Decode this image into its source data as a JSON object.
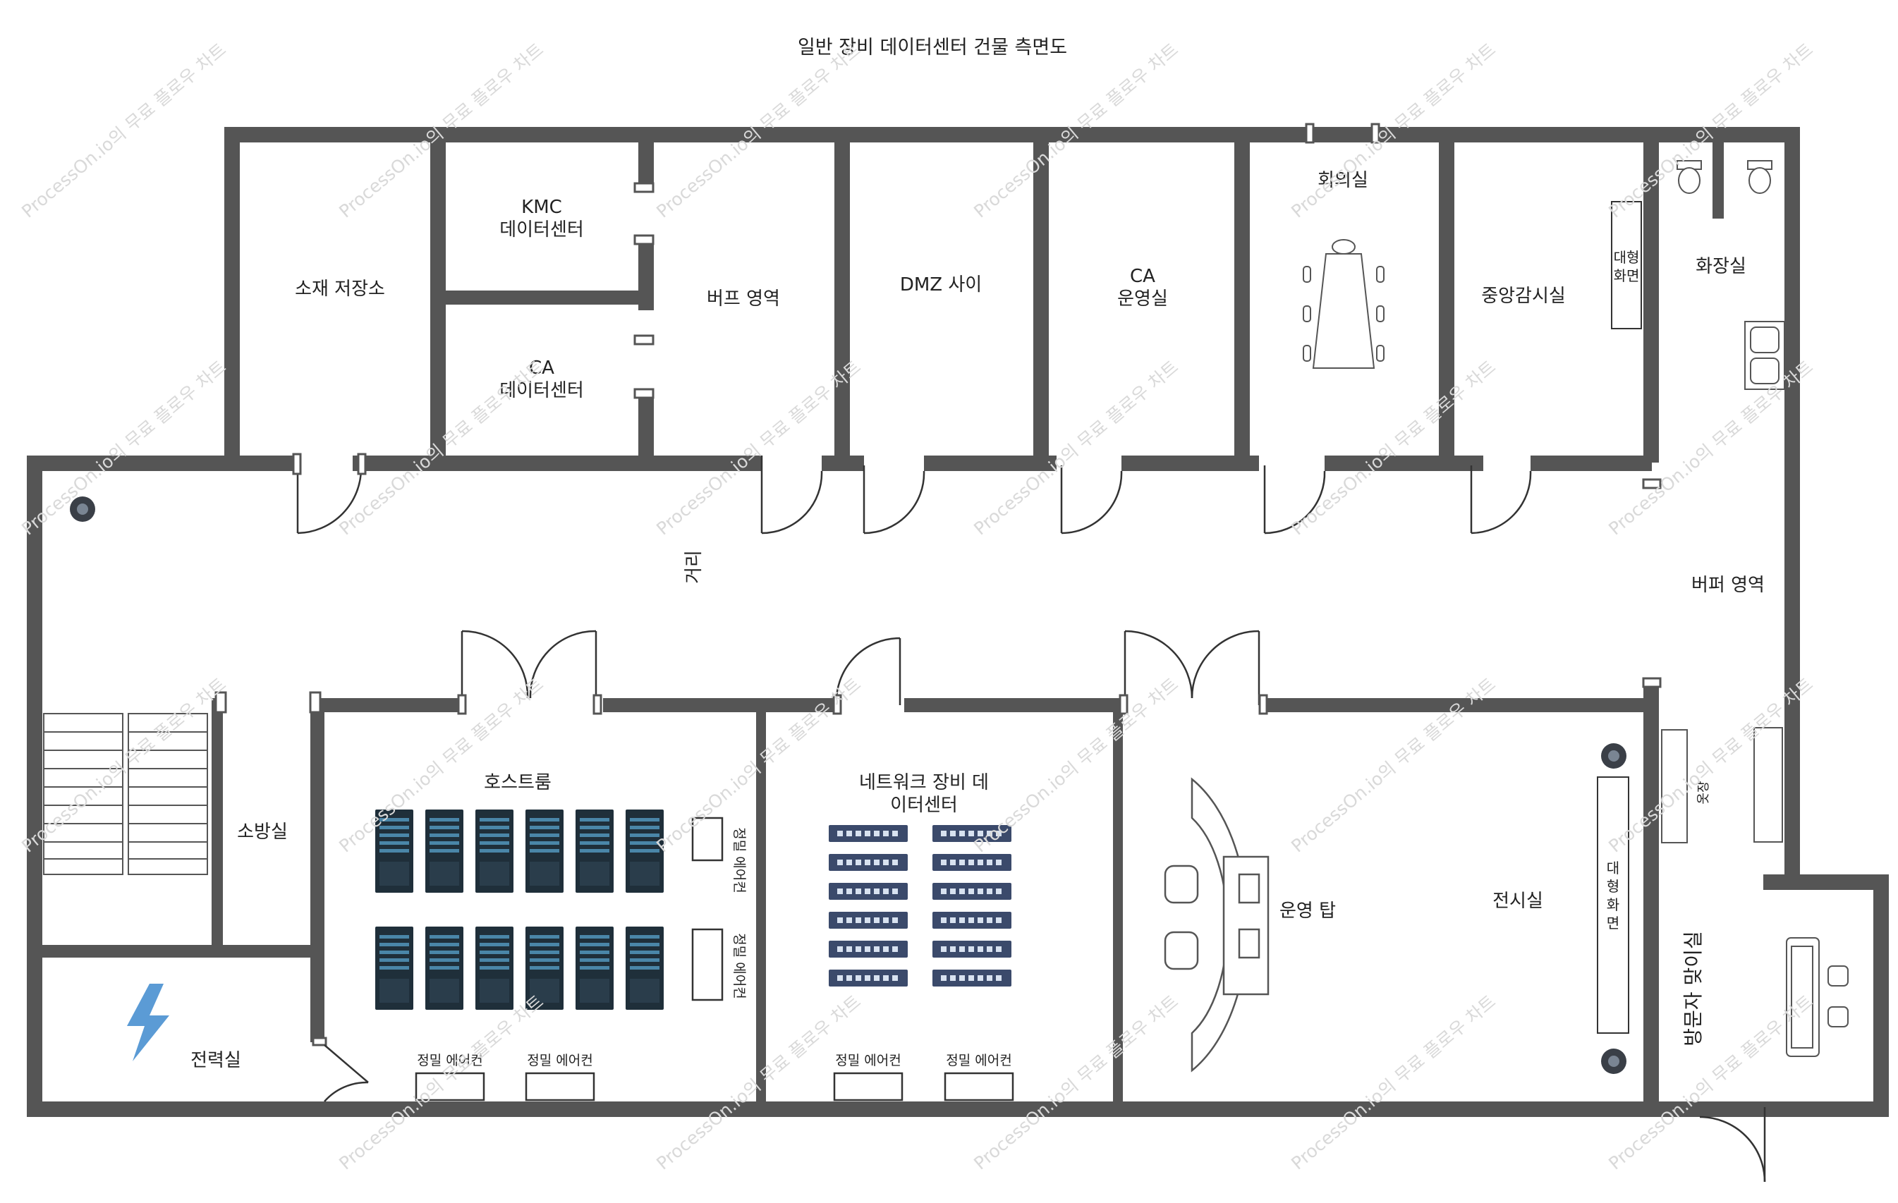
{
  "title": "일반 장비 데이터센터 건물 측면도",
  "watermark": "ProcessOn.io의 무료 플로우 차트",
  "rooms": {
    "material_storage": "소재 저장소",
    "kmc_dc": [
      "KMC",
      "데이터센터"
    ],
    "ca_dc": [
      "CA",
      "데이터센터"
    ],
    "buffer_area_top": "버프 영역",
    "dmz": "DMZ 사이",
    "ca_ops": [
      "CA",
      "운영실"
    ],
    "meeting_room": "회의실",
    "central_monitor": "중앙감시실",
    "large_screen_top": [
      "대형",
      "화면"
    ],
    "restroom": "화장실",
    "corridor": "거리",
    "buffer_area_right": "버퍼 영역",
    "host_room": "호스트룸",
    "network_dc": [
      "네트워크 장비 데",
      "이터센터"
    ],
    "fire_room": "소방실",
    "power_room": "전력실",
    "ops_tower": "운영 탑",
    "exhibition": "전시실",
    "large_screen_exhibit": [
      "대",
      "형",
      "화",
      "면"
    ],
    "wardrobe": "옷장",
    "visitor_room": "방문자 맞이실",
    "precision_ac": "정밀 에어컨"
  },
  "colors": {
    "wall": "#555555",
    "rack": "#1f2f3a",
    "rack_stripe": "#4a86a8",
    "switch": "#3b4a6b",
    "power_icon": "#5b9bd5",
    "watermark": "#d9d9d9"
  }
}
